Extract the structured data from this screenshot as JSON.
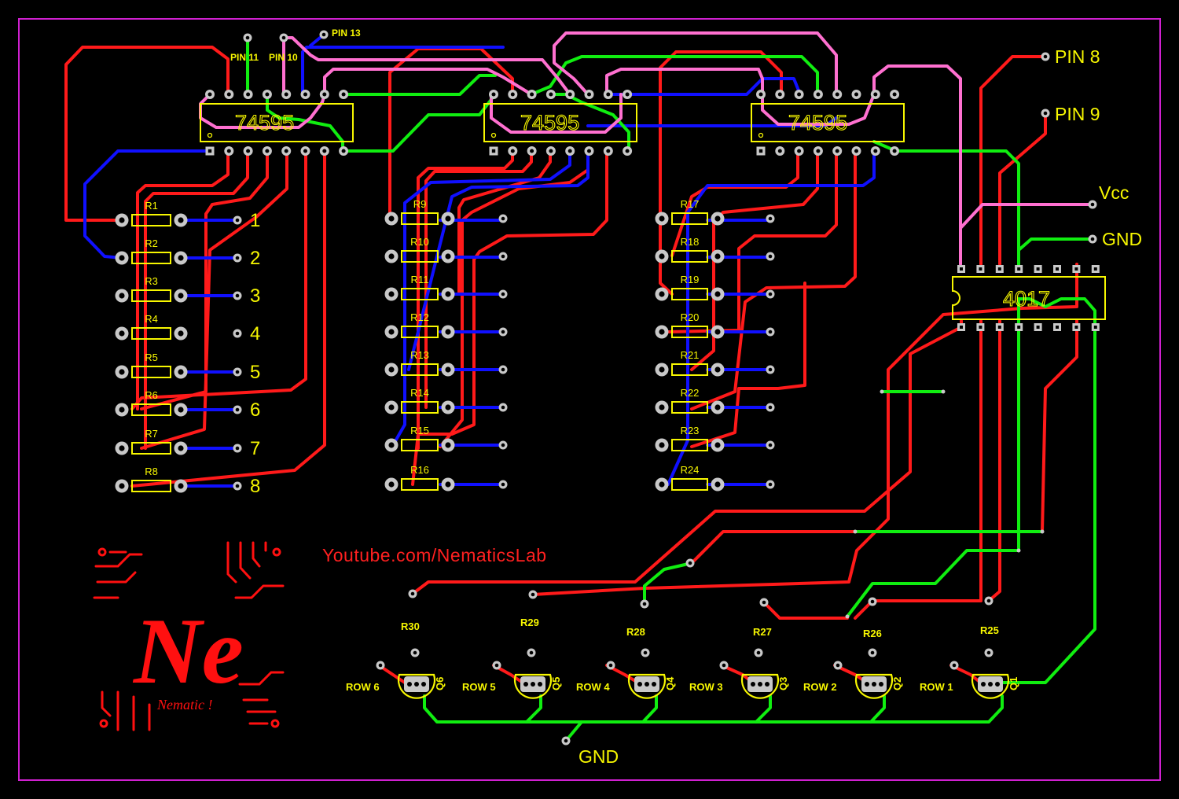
{
  "board": {
    "chips": [
      {
        "name": "chip-74595-1",
        "label": "74595"
      },
      {
        "name": "chip-74595-2",
        "label": "74595"
      },
      {
        "name": "chip-74595-3",
        "label": "74595"
      },
      {
        "name": "chip-4017",
        "label": "4017"
      }
    ],
    "pin_labels": {
      "pin11": "PIN 11",
      "pin10": "PIN 10",
      "pin13": "PIN 13"
    },
    "connectors": {
      "pin8": "PIN 8",
      "pin9": "PIN 9",
      "vcc": "Vcc",
      "gnd_right": "GND",
      "gnd_bottom": "GND"
    },
    "resistors": [
      "R1",
      "R2",
      "R3",
      "R4",
      "R5",
      "R6",
      "R7",
      "R8",
      "R9",
      "R10",
      "R11",
      "R12",
      "R13",
      "R14",
      "R15",
      "R16",
      "R17",
      "R18",
      "R19",
      "R20",
      "R21",
      "R22",
      "R23",
      "R24"
    ],
    "column_numbers": [
      "1",
      "2",
      "3",
      "4",
      "5",
      "6",
      "7",
      "8"
    ],
    "row_resistors": [
      "R30",
      "R29",
      "R28",
      "R27",
      "R26",
      "R25"
    ],
    "rows": [
      "ROW 6",
      "ROW 5",
      "ROW 4",
      "ROW 3",
      "ROW 2",
      "ROW 1"
    ],
    "transistors": [
      "Q6",
      "Q5",
      "Q4",
      "Q3",
      "Q2",
      "Q1"
    ],
    "youtube_link": "Youtube.com/NematicsLab",
    "logo": {
      "mark": "Ne",
      "tagline": "Nematic !"
    },
    "colors": {
      "background": "#000000",
      "border": "#d020d0",
      "red": "#ff1a1a",
      "blue": "#1010ff",
      "green": "#10ee10",
      "pink": "#ff70d0",
      "silk": "#f7f700",
      "pad": "#c8c8c8"
    }
  }
}
